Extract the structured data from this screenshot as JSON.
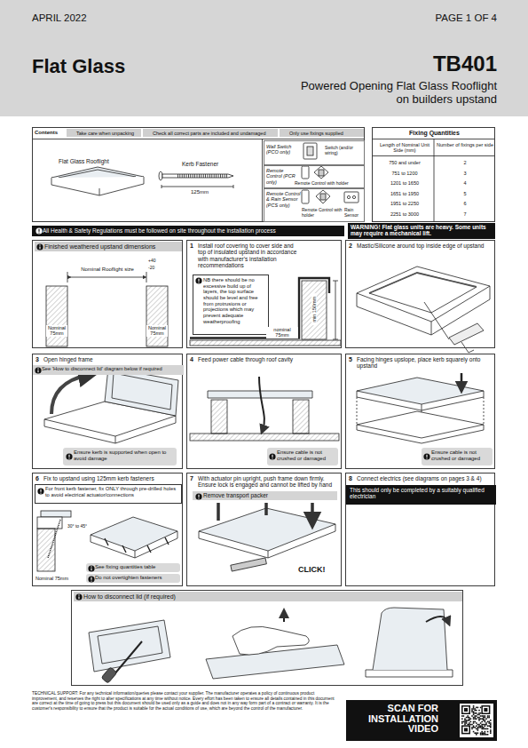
{
  "diagram": {
    "title": "TB401",
    "nodes": [
      {
        "text": [
          "APRIL 2022",
          "PAGE 1 OF 4",
          "Flat Glass",
          "Powered Opening Flat Glass Rooflight on builders upstand"
        ]
      },
      {
        "text": [
          "Contents",
          "Take care when unpacking",
          "Check all correct parts are included and undamaged",
          "Only use fixings supplied"
        ]
      },
      {
        "text": [
          "Wall Switch (PCO only)",
          "Switch (and/or wiring)"
        ],
        "in": 1
      },
      {
        "text": [
          "Remote Control (PCR only)",
          "Remote Control with holder"
        ],
        "in": 1
      },
      {
        "text": [
          "Remote Control & Rain Sensor (PCS only)",
          "Remote Control with holder",
          "Rain Sensor"
        ],
        "in": 1
      },
      {
        "text": [
          "Fixing Quantities",
          "Length of Nominal Unit Side (mm)",
          "Number of fixings per side",
          "750 and under",
          "2",
          "751 to 1200",
          "3",
          "1201 to 1650",
          "4",
          "1651 to 1950",
          "5",
          "1951 to 2250",
          "6",
          "2251 to 3000",
          "7"
        ]
      },
      {
        "text": [
          "All Health & Safety Regulations must be followed on site throughout the installation process"
        ]
      },
      {
        "text": [
          "WARNING! Flat glass units are heavy. Some units may require a mechanical lift."
        ]
      },
      {
        "text": [
          "Finished weathered upstand dimensions"
        ]
      },
      {
        "text": [
          "1",
          "Install roof covering to cover side and top of insulated upstand in accordance with manufacturer's installation recommendations"
        ]
      },
      {
        "text": [
          "NB there should be no excessive build up of layers, the top surface should be level and free from protrusions or projections which may prevent adequate weatherproofing"
        ],
        "in": 9
      },
      {
        "text": [
          "2",
          "Mastic/Silicone around top inside edge of upstand"
        ]
      },
      {
        "text": [
          "3",
          "Open hinged frame"
        ]
      },
      {
        "text": [
          "See 'How to disconnect lid' diagram below if required"
        ],
        "in": 12
      },
      {
        "text": [
          "Ensure kerb is supported when open to avoid damage"
        ],
        "in": 12
      },
      {
        "text": [
          "4",
          "Feed power cable through roof cavity"
        ]
      },
      {
        "text": [
          "Ensure cable is not crushed or damaged"
        ],
        "in": 15
      },
      {
        "text": [
          "5",
          "Facing hinges upslope, place kerb squarely onto upstand"
        ]
      },
      {
        "text": [
          "Ensure cable is not crushed or damaged"
        ],
        "in": 17
      },
      {
        "text": [
          "6",
          "Fix to upstand using 125mm kerb fasteners"
        ]
      },
      {
        "text": [
          "For front kerb fastener, fix ONLY through pre-drilled holes to avoid electrical actuator/connections"
        ],
        "in": 19
      },
      {
        "text": [
          "See fixing quantities table"
        ],
        "in": 19
      },
      {
        "text": [
          "Do not overtighten fasteners"
        ],
        "in": 19
      },
      {
        "text": [
          "7",
          "With actuator pin upright, push frame down firmly. Ensure lock is engaged and cannot be lifted by hand"
        ]
      },
      {
        "text": [
          "Remove transport packer"
        ],
        "in": 23
      },
      {
        "text": [
          "8",
          "Connect electrics (see diagrams on pages 3 & 4)"
        ]
      },
      {
        "text": [
          "This should only be completed by a suitably qualified electrician"
        ],
        "in": 25
      },
      {
        "text": [
          "How to disconnect lid (if required)"
        ]
      },
      {
        "text": [
          "SCAN FOR INSTALLATION VIDEO"
        ]
      }
    ],
    "labels": [
      "Flat Glass Rooflight",
      "Kerb Fastener",
      "125mm",
      "Nominal Rooflight size",
      "+40",
      "-20",
      "Nominal 75mm",
      "Nominal 75mm",
      "min 150mm",
      "nominal 75mm",
      "30° to 45°",
      "Nominal 75mm",
      "CLICK!",
      "TECHNICAL SUPPORT: For any technical information/queries please contact your supplier. The manufacturer operates a policy of continuous product improvement, and reserves the right to alter specifications at any time without notice. Every effort has been taken to ensure all details contained in this document are correct at the time of going to press but this document should be used only as a guide and does not in any way form part of a contract or warranty. It is the customer's responsibility to ensure that the product is suitable for the actual conditions of use, which are beyond the control of the manufacturer."
    ]
  }
}
